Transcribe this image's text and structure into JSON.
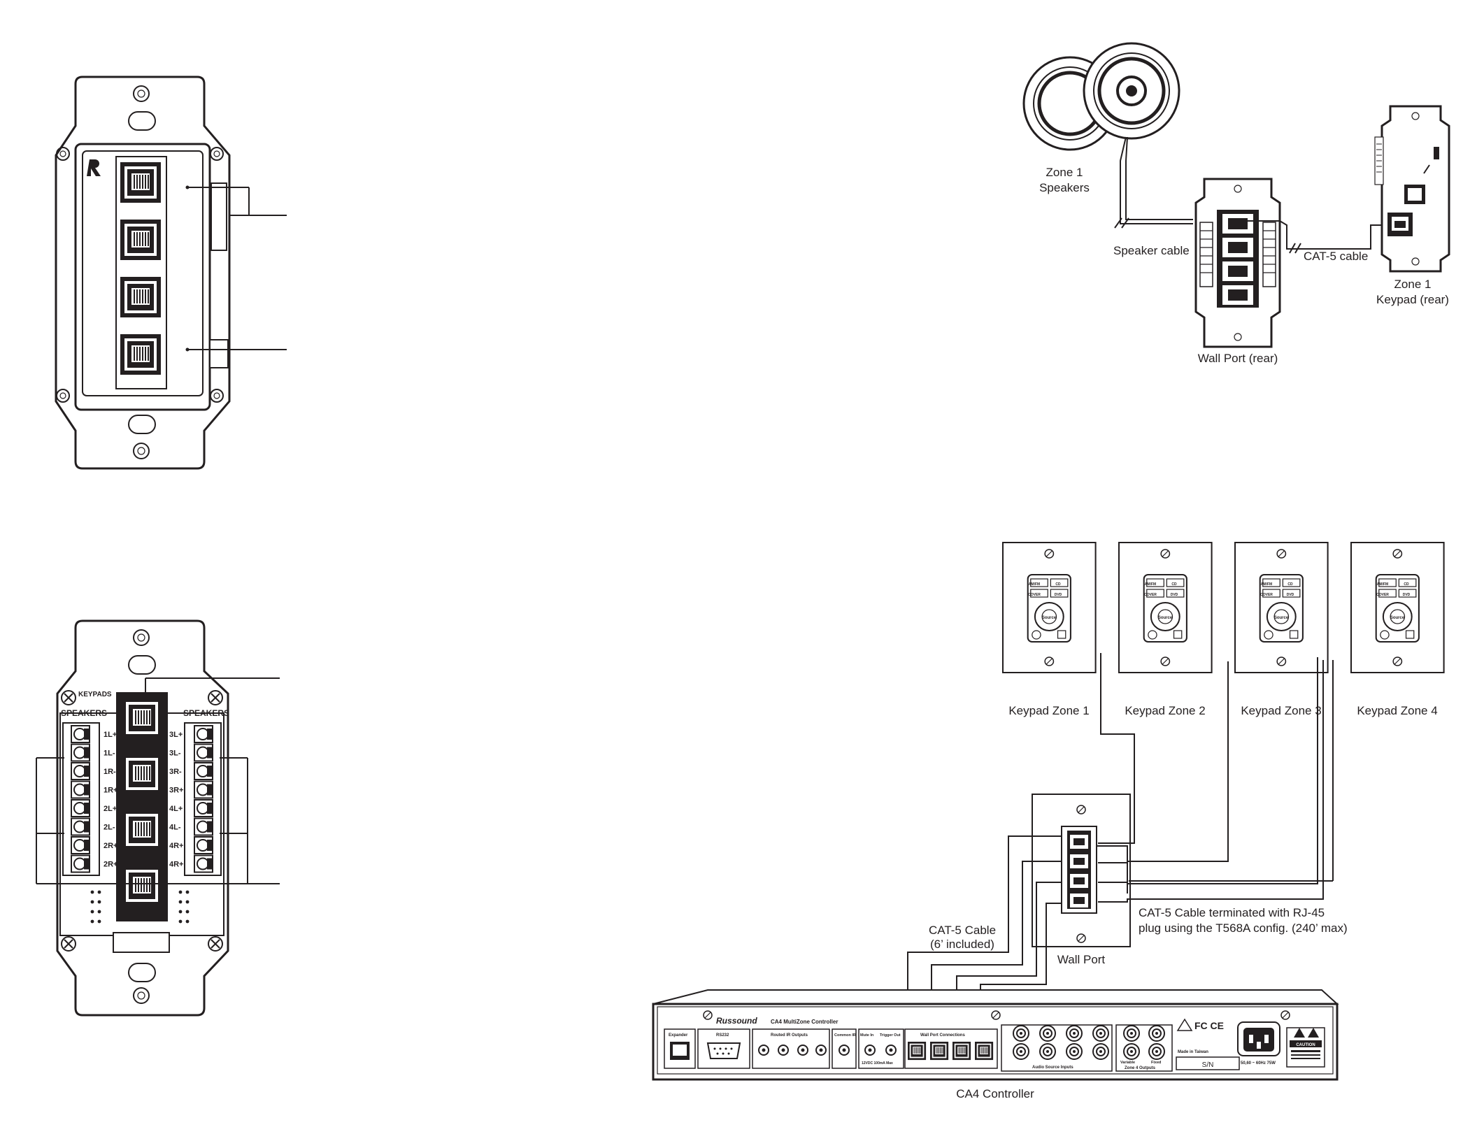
{
  "speakers": {
    "label_line1": "Zone 1",
    "label_line2": "Speakers"
  },
  "speaker_cable": "Speaker cable",
  "cat5_cable_top": "CAT-5 cable",
  "keypad_rear": {
    "label_line1": "Zone 1",
    "label_line2": "Keypad (rear)"
  },
  "wall_port_rear": "Wall Port (rear)",
  "rear_plate": {
    "keypads": "KEYPADS",
    "speakers_left": "SPEAKERS",
    "speakers_right": "SPEAKERS",
    "left_terms": [
      "1L+",
      "1L-",
      "1R-",
      "1R+",
      "2L+",
      "2L-",
      "2R+",
      "2R+"
    ],
    "right_terms": [
      "3L+",
      "3L-",
      "3R-",
      "3R+",
      "4L+",
      "4L-",
      "4R+",
      "4R+"
    ]
  },
  "keypads": [
    {
      "label": "Keypad Zone 1"
    },
    {
      "label": "Keypad Zone 2"
    },
    {
      "label": "Keypad Zone 3"
    },
    {
      "label": "Keypad Zone 4"
    }
  ],
  "keypad_face": {
    "b1": "AM/FM",
    "b2": "CD",
    "b3": "COVER",
    "b4": "DVD",
    "knob": "Source"
  },
  "wall_port": "Wall Port",
  "cat5_short": {
    "line1": "CAT-5 Cable",
    "line2": "(6’ included)"
  },
  "cat5_long": {
    "line1": "CAT-5 Cable terminated with RJ-45",
    "line2": "plug using the T568A config. (240’ max)"
  },
  "controller": {
    "label": "CA4 Controller",
    "brand": "Russound",
    "model": "CA4 MultiZone Controller",
    "expander": "Expander",
    "rs232": "RS232",
    "ir_outputs": "Routed IR Outputs",
    "common_ir": "Common IR",
    "mute_in": "Mute In",
    "trigger_out": "Trigger Out",
    "trigger_spec": "12VDC 100mA Max",
    "wall_port_conn": "Wall Port Connections",
    "audio_inputs": "Audio Source Inputs",
    "zone4_outputs": "Zone 4 Outputs",
    "variable": "Variable",
    "fixed": "Fixed",
    "made_in": "Made in Taiwan",
    "sn": "S/N",
    "caution": "CAUTION",
    "voltage": "50,60 ~ 60Hz 75W",
    "fcc": "FC CE"
  },
  "colors": {
    "ink": "#231f20",
    "paper": "#ffffff"
  }
}
